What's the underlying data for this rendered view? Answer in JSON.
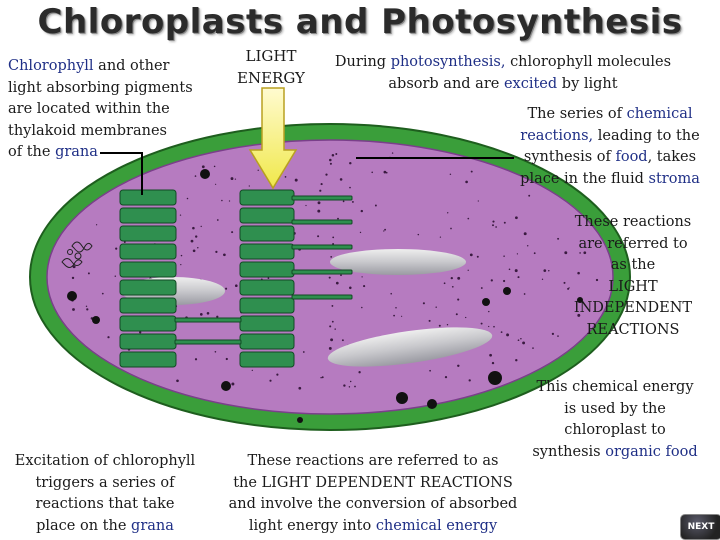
{
  "title": "Chloroplasts and Photosynthesis",
  "labels": {
    "pigments_1": "Chlorophyll",
    "pigments_2": "and other",
    "pigments_3": "light absorbing pigments",
    "pigments_4": "are located within the",
    "pigments_5": "thylakoid membranes",
    "pigments_6a": "of the",
    "pigments_6b": "grana",
    "light_1": "LIGHT",
    "light_2": "ENERGY",
    "during_a": "During",
    "during_b": "photosynthesis,",
    "during_c": "chlorophyll molecules",
    "absorb_a": "absorb and are",
    "absorb_b": "excited",
    "absorb_c": "by light",
    "series_1a": "The series of",
    "series_1b": "chemical",
    "series_2a": "reactions,",
    "series_2b": "leading to the",
    "series_3a": "synthesis of",
    "series_3b": "food",
    "series_3c": ", takes",
    "series_4a": "place in the fluid",
    "series_4b": "stroma",
    "indep_1": "These reactions",
    "indep_2": "are referred to",
    "indep_3": "as the",
    "indep_4": "LIGHT",
    "indep_5": "INDEPENDENT",
    "indep_6": "REACTIONS",
    "energy_1": "This chemical energy",
    "energy_2": "is used by the",
    "energy_3": "chloroplast to",
    "energy_4a": "synthesis",
    "energy_4b": "organic food",
    "excite_1": "Excitation of chlorophyll",
    "excite_2": "triggers a series of",
    "excite_3": "reactions that take",
    "excite_4a": "place on the",
    "excite_4b": "grana",
    "dep_1": "These reactions are referred to as",
    "dep_2": "the LIGHT DEPENDENT REACTIONS",
    "dep_3": "and involve the conversion of absorbed",
    "dep_4a": "light energy into",
    "dep_4b": "chemical energy"
  },
  "next_button": "NEXT",
  "colors": {
    "outer_membrane": "#3a9e3a",
    "stroma": "#b67bc0",
    "grana": "#2f8f4f",
    "arrow": "#f3ee5a",
    "highlight_text": "#1f2f86"
  }
}
